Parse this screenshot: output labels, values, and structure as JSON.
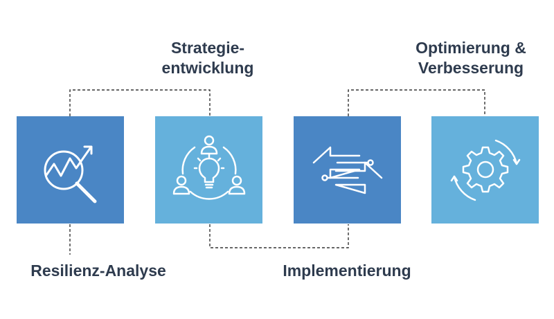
{
  "colors": {
    "dark_blue": "#4a86c5",
    "light_blue": "#65b1dc",
    "text": "#2e3b4e",
    "connector": "#333333",
    "icon_stroke": "#ffffff"
  },
  "steps": [
    {
      "label_lines": [
        "Resilienz-Analyse"
      ],
      "icon": "chart-magnifier-icon"
    },
    {
      "label_lines": [
        "Strategie-",
        "entwicklung"
      ],
      "icon": "team-idea-lightbulb-icon"
    },
    {
      "label_lines": [
        "Implementierung"
      ],
      "icon": "bidirectional-circuit-arrows-icon"
    },
    {
      "label_lines": [
        "Optimierung &",
        "Verbesserung"
      ],
      "icon": "gear-cycle-icon"
    }
  ]
}
